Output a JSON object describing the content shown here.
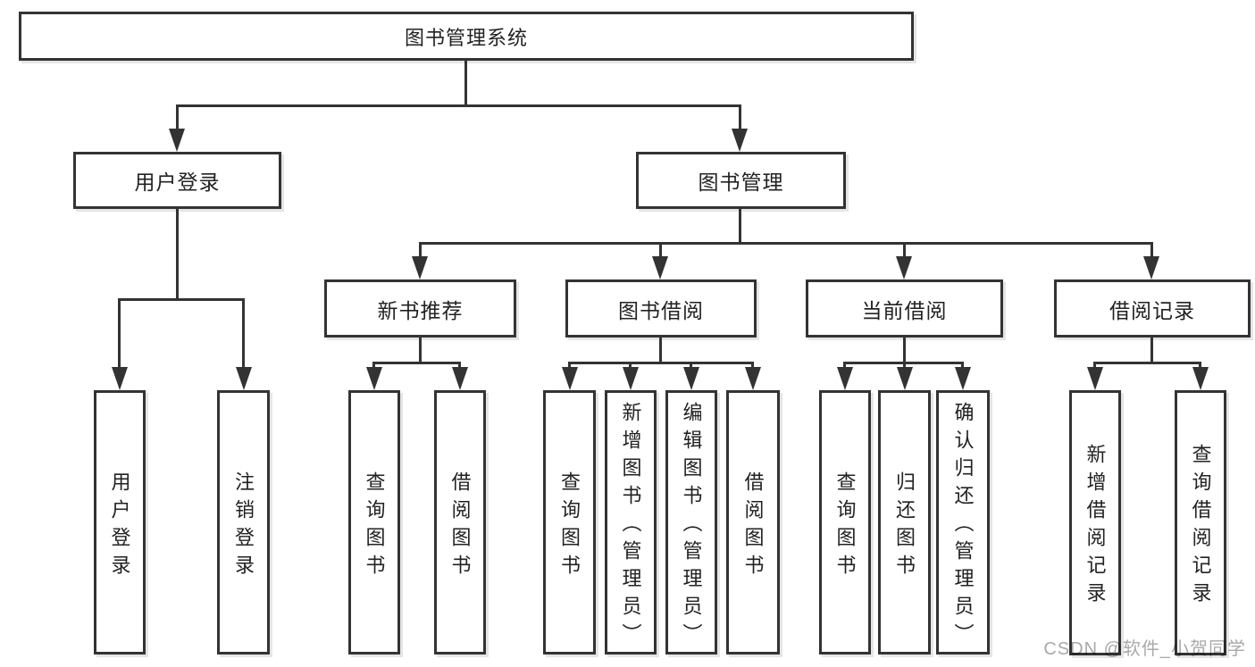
{
  "diagram": {
    "type": "hierarchy-tree",
    "title": "图书管理系统"
  },
  "nodes": {
    "root": {
      "label": "图书管理系统"
    },
    "user_login": {
      "label": "用户登录"
    },
    "book_management": {
      "label": "图书管理"
    },
    "new_book_recommend": {
      "label": "新书推荐"
    },
    "book_borrow": {
      "label": "图书借阅"
    },
    "current_borrow": {
      "label": "当前借阅"
    },
    "borrow_records": {
      "label": "借阅记录"
    },
    "user_login_action": {
      "label": "用户登录"
    },
    "logout": {
      "label": "注销登录"
    },
    "nbr_query_books": {
      "label": "查询图书"
    },
    "nbr_borrow_books": {
      "label": "借阅图书"
    },
    "bb_query_books": {
      "label": "查询图书"
    },
    "bb_add_books_admin": {
      "label": "新增图书（管理员）"
    },
    "bb_edit_books_admin": {
      "label": "编辑图书（管理员）"
    },
    "bb_borrow_books": {
      "label": "借阅图书"
    },
    "cb_query_books": {
      "label": "查询图书"
    },
    "cb_return_books": {
      "label": "归还图书"
    },
    "cb_confirm_return_admin": {
      "label": "确认归还（管理员）"
    },
    "br_add_record": {
      "label": "新增借阅记录"
    },
    "br_query_record": {
      "label": "查询借阅记录"
    }
  },
  "edges": [
    {
      "from": "root",
      "to": "user_login"
    },
    {
      "from": "root",
      "to": "book_management"
    },
    {
      "from": "user_login",
      "to": "user_login_action"
    },
    {
      "from": "user_login",
      "to": "logout"
    },
    {
      "from": "book_management",
      "to": "new_book_recommend"
    },
    {
      "from": "book_management",
      "to": "book_borrow"
    },
    {
      "from": "book_management",
      "to": "current_borrow"
    },
    {
      "from": "book_management",
      "to": "borrow_records"
    },
    {
      "from": "new_book_recommend",
      "to": "nbr_query_books"
    },
    {
      "from": "new_book_recommend",
      "to": "nbr_borrow_books"
    },
    {
      "from": "book_borrow",
      "to": "bb_query_books"
    },
    {
      "from": "book_borrow",
      "to": "bb_add_books_admin"
    },
    {
      "from": "book_borrow",
      "to": "bb_edit_books_admin"
    },
    {
      "from": "book_borrow",
      "to": "bb_borrow_books"
    },
    {
      "from": "current_borrow",
      "to": "cb_query_books"
    },
    {
      "from": "current_borrow",
      "to": "cb_return_books"
    },
    {
      "from": "current_borrow",
      "to": "cb_confirm_return_admin"
    },
    {
      "from": "borrow_records",
      "to": "br_add_record"
    },
    {
      "from": "borrow_records",
      "to": "br_query_record"
    }
  ],
  "watermark": {
    "text": "CSDN @软件_小贺同学"
  },
  "colors": {
    "background": "#ffffff",
    "line": "#333333",
    "box_fill": "#ffffff",
    "text": "#222222",
    "watermark": "#a9a9a9"
  }
}
